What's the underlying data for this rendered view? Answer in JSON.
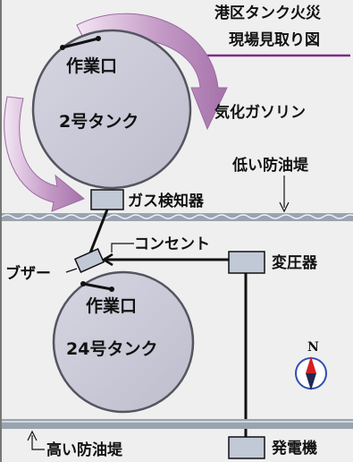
{
  "title": {
    "line1": "港区タンク火災",
    "line2": "現場見取り図"
  },
  "tanks": [
    {
      "name": "2号タンク",
      "port": "作業口"
    },
    {
      "name": "24号タンク",
      "port": "作業口"
    }
  ],
  "labels": {
    "vapor": "気化ガソリン",
    "low_dike": "低い防油堤",
    "gas_detector": "ガス検知器",
    "outlet": "コンセント",
    "buzzer": "ブザー",
    "transformer": "変圧器",
    "generator": "発電機",
    "high_dike": "高い防油堤"
  },
  "compass": {
    "north": "N"
  },
  "colors": {
    "background": "#efefef",
    "tank_fill": "#c7c7d6",
    "tank_stroke": "#555560",
    "arrow_fill": "#c49ac6",
    "underline": "#7a2b8c",
    "dike": "#9aa4ae",
    "box_fill": "#c2c9d6",
    "compass_red": "#d42020",
    "compass_blue": "#2f4fb0"
  }
}
